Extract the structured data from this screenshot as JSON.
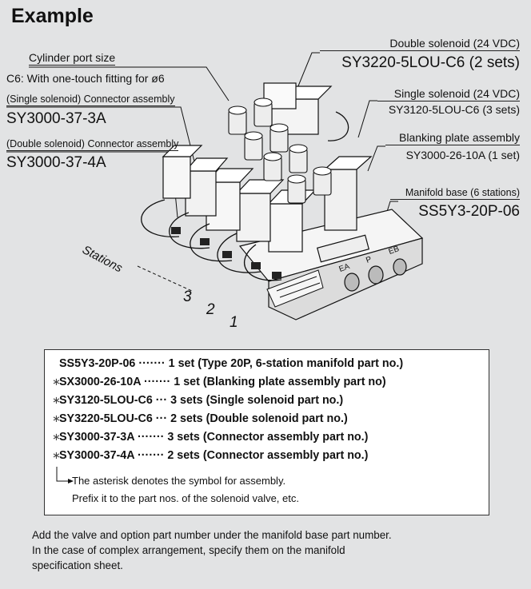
{
  "title": "Example",
  "callouts": {
    "cyl_port_label": "Cylinder port size",
    "cyl_port_detail": "C6: With one-touch fitting for ø6",
    "single_conn_label": "(Single solenoid) Connector assembly",
    "single_conn_part": "SY3000-37-3A",
    "double_conn_label": "(Double solenoid) Connector assembly",
    "double_conn_part": "SY3000-37-4A",
    "double_sol_label": "Double solenoid (24 VDC)",
    "double_sol_part": "SY3220-5LOU-C6 (2 sets)",
    "single_sol_label": "Single solenoid (24 VDC)",
    "single_sol_part": "SY3120-5LOU-C6 (3 sets)",
    "blank_label": "Blanking plate assembly",
    "blank_part": "SY3000-26-10A (1 set)",
    "manifold_label": "Manifold base (6 stations)",
    "manifold_part": "SS5Y3-20P-06",
    "stations_label": "Stations",
    "station_nums": [
      "3",
      "2",
      "1"
    ],
    "port_labels": [
      "EA",
      "P",
      "EB"
    ]
  },
  "parts_list": [
    {
      "star": "",
      "part": "SS5Y3-20P-06",
      "sep": "·······",
      "desc": "1 set (Type 20P, 6-station manifold part no.)"
    },
    {
      "star": "∗",
      "part": "SX3000-26-10A",
      "sep": "·······",
      "desc": "1 set (Blanking plate assembly part no)"
    },
    {
      "star": "∗",
      "part": "SY3120-5LOU-C6",
      "sep": "···",
      "desc": "3 sets (Single solenoid part no.)"
    },
    {
      "star": "∗",
      "part": "SY3220-5LOU-C6",
      "sep": "···",
      "desc": "2 sets (Double solenoid part no.)"
    },
    {
      "star": "∗",
      "part": "SY3000-37-3A",
      "sep": "·······",
      "desc": "3 sets (Connector assembly part no.)"
    },
    {
      "star": "∗",
      "part": "SY3000-37-4A",
      "sep": "·······",
      "desc": "2 sets (Connector assembly part no.)"
    }
  ],
  "note_line1": "The asterisk denotes the symbol for assembly.",
  "note_line2": "Prefix it to the part nos. of the solenoid valve, etc.",
  "footer_line1": "Add the valve and option part number under the manifold base part number.",
  "footer_line2": "In the case of complex arrangement, specify them on the manifold",
  "footer_line3": "specification sheet."
}
